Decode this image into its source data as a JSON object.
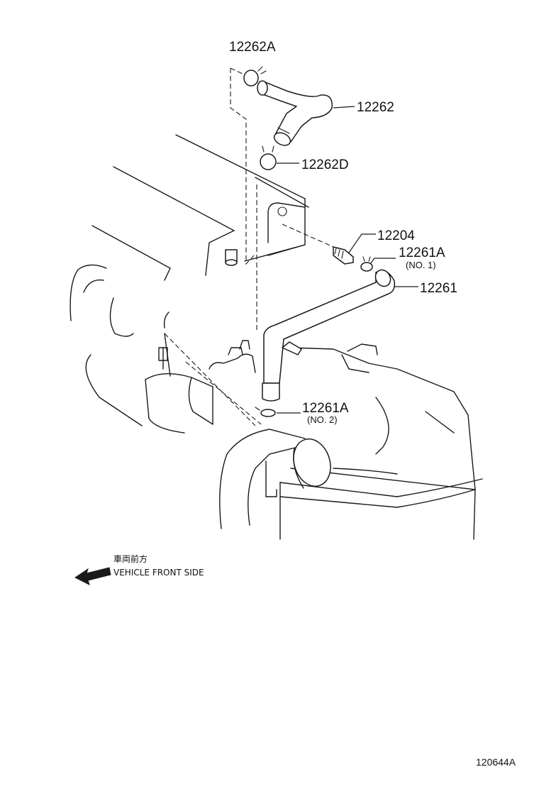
{
  "parts": {
    "p12262A": {
      "label": "12262A"
    },
    "p12262": {
      "label": "12262"
    },
    "p12262D": {
      "label": "12262D"
    },
    "p12204": {
      "label": "12204"
    },
    "p12261A_1": {
      "label": "12261A",
      "note": "(NO. 1)"
    },
    "p12261": {
      "label": "12261"
    },
    "p12261A_2": {
      "label": "12261A",
      "note": "(NO. 2)"
    }
  },
  "direction": {
    "label_jp": "車両前方",
    "label_en": "VEHICLE FRONT SIDE",
    "icon": "arrow-left-icon"
  },
  "diagram_code": "120644A",
  "colors": {
    "ink": "#1a1a1a",
    "background": "#ffffff"
  }
}
